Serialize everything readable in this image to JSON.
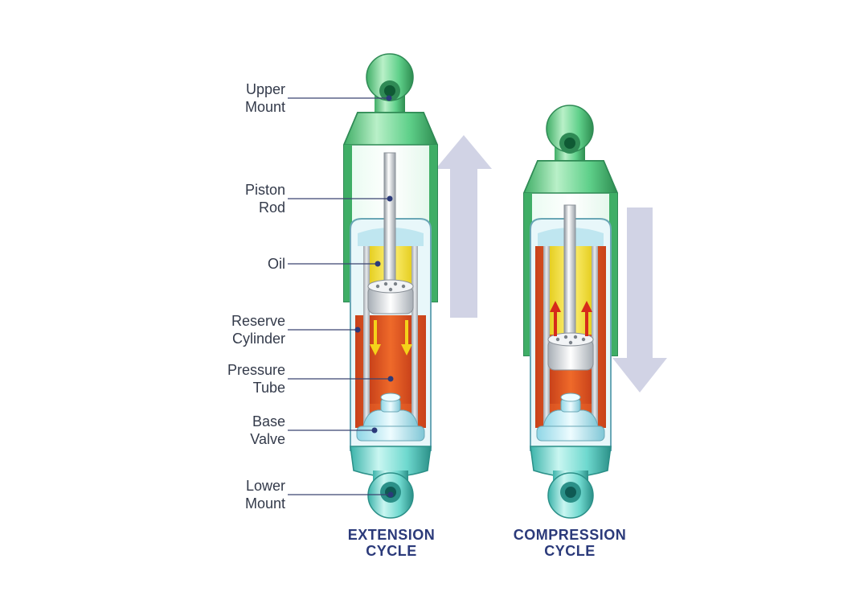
{
  "labels": {
    "upper_mount": [
      "Upper",
      "Mount"
    ],
    "piston_rod": [
      "Piston",
      "Rod"
    ],
    "oil": [
      "Oil"
    ],
    "reserve_cylinder": [
      "Reserve",
      "Cylinder"
    ],
    "pressure_tube": [
      "Pressure",
      "Tube"
    ],
    "base_valve": [
      "Base",
      "Valve"
    ],
    "lower_mount": [
      "Lower",
      "Mount"
    ]
  },
  "cycles": {
    "extension": [
      "EXTENSION",
      "CYCLE"
    ],
    "compression": [
      "COMPRESSION",
      "CYCLE"
    ]
  },
  "colors": {
    "label_text": "#333a4a",
    "cycle_text": "#2b3a7a",
    "leader_line": "#3a4470",
    "upper_green": "#5fd08a",
    "lower_teal": "#6fd9cf",
    "oil_yellow": "#f2e03a",
    "pressure_orange": "#e2571e",
    "rod_gray": "#c9ced4",
    "motion_arrow": "#c9cbe0"
  }
}
